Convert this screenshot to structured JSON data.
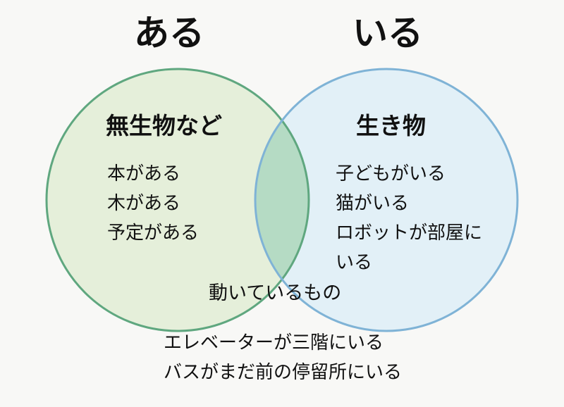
{
  "headings": {
    "left": "ある",
    "right": "いる"
  },
  "left_circle": {
    "category": "無生物など",
    "items": [
      "本がある",
      "木がある",
      "予定がある"
    ]
  },
  "right_circle": {
    "category": "生き物",
    "items": [
      "子どもがいる",
      "猫がいる",
      "ロボットが部屋に",
      "いる"
    ]
  },
  "overlap_label": "動いているもの",
  "bottom_examples": [
    "エレベーターが三階にいる",
    "バスがまだ前の停留所にいる"
  ],
  "colors": {
    "left_fill": "#e5efda",
    "left_stroke": "#5fa77f",
    "right_fill": "#e2f0f7",
    "right_stroke": "#7fb3d6",
    "overlap_fill": "#b5dbc4",
    "text": "#111111"
  }
}
